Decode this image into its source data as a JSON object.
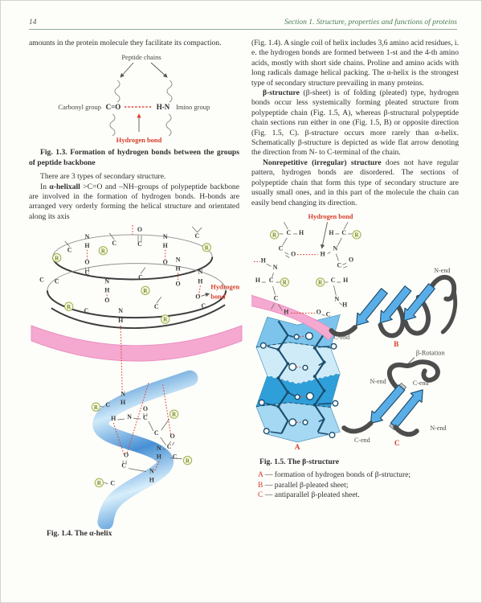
{
  "page": {
    "number": "14",
    "header": "Section 1. Structure, properties and functions of proteins"
  },
  "r_symbol": "R",
  "left": {
    "para1": "amounts in the protein molecule they facilitate its compaction.",
    "para2": "There are 3 types of secondary structure.",
    "para3_lead": "In ",
    "para3_bold": "α-helixall",
    "para3_rest": " >C=O and –NH–groups of polypeptide backbone are involved in the formation of hydrogen bonds. H-bonds are arranged very orderly forming the helical structure and orientated along its axis"
  },
  "right": {
    "para1": "(Fig. 1.4). A single coil of helix includes 3,6 amino acid residues, i. e. the hydrogen bonds are formed between 1-st and the 4-th amino acids, mostly with short side chains. Proline and amino acids with long radicals damage helical packing. The α-helix is the strongest type of secondary structure prevailing in many proteins.",
    "para2_bold": "β-structure",
    "para2_rest": " (β-sheet) is of folding (pleated) type, hydrogen bonds occur less systemically forming pleated structure from polypeptide chain (Fig. 1.5, A), whereas β-structural polypeptide chain sections run either in one (Fig. 1.5, B) or opposite direction (Fig. 1.5, C). β-structure occurs more rarely than α-helix. Schematically β-structure is depicted as wide flat arrow denoting the direction from N- to C-terminal of the chain.",
    "para3_bold": "Nonrepetitive (irregular) structure",
    "para3_rest": " does not have regular pattern, hydrogen bonds are disordered. The sections of polypeptide chain that form this type of secondary structure are usually small ones, and in this part of the molecule the chain can easily bend changing its direction."
  },
  "fig13": {
    "peptide_chains": "Peptide chains",
    "carbonyl_group": "Carbonyl group",
    "imino_group": "Imino group",
    "carbonyl": "C=O",
    "imino": "H-N",
    "hydrogen_bond": "Hydrogen bond",
    "caption": "Fig. 1.3. Formation of hydrogen bonds between the groups of peptide backbone"
  },
  "fig14": {
    "hydrogen_label_1": "Hydrogen",
    "hydrogen_label_2": "bond",
    "caption": "Fig. 1.4. The α-helix",
    "atoms": [
      [
        139,
        8,
        "O"
      ],
      [
        73,
        17,
        "N"
      ],
      [
        73,
        28,
        "H"
      ],
      [
        107,
        25,
        "C"
      ],
      [
        139,
        26,
        "C"
      ],
      [
        171,
        17,
        "N"
      ],
      [
        171,
        28,
        "H"
      ],
      [
        211,
        16,
        "C"
      ],
      [
        51,
        34,
        "C"
      ],
      [
        73,
        49,
        "O"
      ],
      [
        73,
        62,
        "C"
      ],
      [
        35,
        73,
        "C"
      ],
      [
        98,
        73,
        "N"
      ],
      [
        98,
        84,
        "H"
      ],
      [
        140,
        68,
        "C"
      ],
      [
        171,
        49,
        "O"
      ],
      [
        187,
        46,
        "N"
      ],
      [
        187,
        57,
        "H"
      ],
      [
        187,
        76,
        "O"
      ],
      [
        215,
        61,
        "N"
      ],
      [
        215,
        73,
        "H"
      ],
      [
        212,
        92,
        "O"
      ],
      [
        219,
        104,
        "C"
      ],
      [
        98,
        97,
        "O"
      ],
      [
        16,
        71,
        "C"
      ],
      [
        72,
        110,
        "C"
      ],
      [
        115,
        110,
        "N"
      ],
      [
        115,
        122,
        "H"
      ],
      [
        160,
        105,
        "C"
      ],
      [
        118,
        214,
        "N"
      ],
      [
        118,
        225,
        "H"
      ],
      [
        99,
        228,
        "C"
      ],
      [
        106,
        245,
        "H"
      ],
      [
        126,
        243,
        "N"
      ],
      [
        146,
        244,
        "C"
      ],
      [
        146,
        233,
        "O"
      ],
      [
        160,
        263,
        "C"
      ],
      [
        180,
        267,
        "O"
      ],
      [
        176,
        280,
        "C"
      ],
      [
        163,
        282,
        "N"
      ],
      [
        163,
        293,
        "H"
      ],
      [
        183,
        293,
        "C"
      ],
      [
        122,
        291,
        "O"
      ],
      [
        119,
        304,
        "C"
      ],
      [
        154,
        311,
        "N"
      ],
      [
        154,
        322,
        "H"
      ],
      [
        105,
        326,
        "C"
      ]
    ],
    "r_atoms": [
      [
        93,
        32
      ],
      [
        223,
        28
      ],
      [
        35,
        41
      ],
      [
        146,
        82
      ],
      [
        50,
        102
      ],
      [
        171,
        118
      ],
      [
        84,
        228
      ],
      [
        182,
        237
      ],
      [
        199,
        295
      ],
      [
        88,
        323
      ]
    ]
  },
  "fig15": {
    "hydrogen_bond": "Hydrogen bond",
    "n_end": "N-end",
    "c_end": "C-end",
    "beta_rotation": "β-Rotation",
    "label_a": "A",
    "label_b": "B",
    "label_c": "C",
    "caption": "Fig. 1.5. The β-structure",
    "legend": [
      {
        "key": "A",
        "text": "— formation of hydrogen bonds of β-structure;"
      },
      {
        "key": "B",
        "text": "— parallel β-pleated sheet;"
      },
      {
        "key": "C",
        "text": "— antiparallel β-pleated sheet."
      }
    ],
    "atoms": [
      [
        47,
        29,
        "C"
      ],
      [
        63,
        29,
        "H"
      ],
      [
        101,
        29,
        "H"
      ],
      [
        117,
        29,
        "C"
      ],
      [
        37,
        49,
        "C"
      ],
      [
        53,
        56,
        "O"
      ],
      [
        90,
        56,
        "H"
      ],
      [
        106,
        49,
        "N"
      ],
      [
        15,
        64,
        "H"
      ],
      [
        30,
        73,
        "N"
      ],
      [
        111,
        70,
        "C"
      ],
      [
        126,
        63,
        "O"
      ],
      [
        8,
        89,
        "H"
      ],
      [
        25,
        89,
        "C"
      ],
      [
        103,
        89,
        "C"
      ],
      [
        119,
        89,
        "H"
      ],
      [
        108,
        113,
        "N"
      ],
      [
        118,
        120,
        "H"
      ],
      [
        31,
        112,
        "C"
      ],
      [
        44,
        129,
        "H"
      ],
      [
        85,
        129,
        "O"
      ],
      [
        97,
        132,
        "C"
      ]
    ],
    "r_atoms": [
      [
        29,
        29
      ],
      [
        133,
        29
      ],
      [
        42,
        89
      ],
      [
        87,
        89
      ]
    ]
  }
}
